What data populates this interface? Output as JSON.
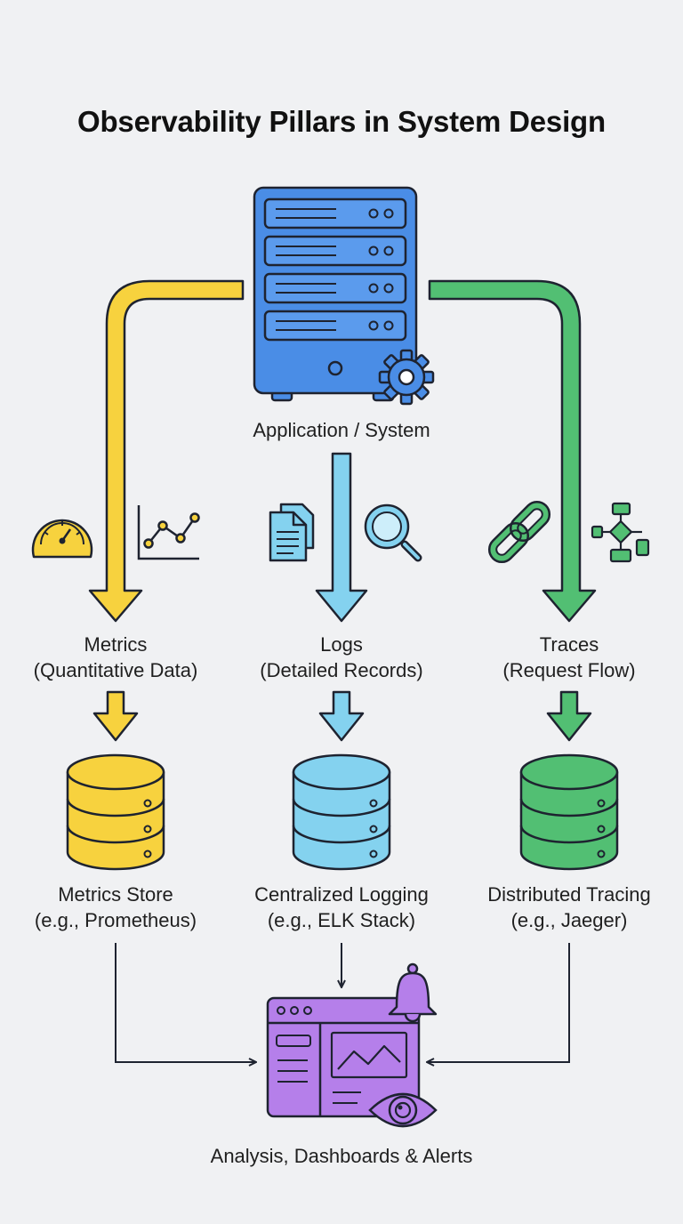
{
  "title": "Observability Pillars in System Design",
  "source": {
    "label": "Application / System",
    "icon": "server-icon"
  },
  "pillars": [
    {
      "id": "metrics",
      "name": "Metrics",
      "subtitle": "(Quantitative Data)",
      "store_name": "Metrics Store",
      "store_example": "(e.g., Prometheus)",
      "color": "#f7d23e",
      "icons": [
        "gauge-icon",
        "line-chart-icon"
      ]
    },
    {
      "id": "logs",
      "name": "Logs",
      "subtitle": "(Detailed Records)",
      "store_name": "Centralized Logging",
      "store_example": "(e.g., ELK Stack)",
      "color": "#84d2ef",
      "icons": [
        "documents-icon",
        "magnifier-icon"
      ]
    },
    {
      "id": "traces",
      "name": "Traces",
      "subtitle": "(Request Flow)",
      "store_name": "Distributed Tracing",
      "store_example": "(e.g., Jaeger)",
      "color": "#52bf73",
      "icons": [
        "chain-link-icon",
        "flow-diagram-icon"
      ]
    }
  ],
  "sink": {
    "label": "Analysis, Dashboards & Alerts",
    "color": "#b57fea",
    "icons": [
      "dashboard-window-icon",
      "bell-icon",
      "eye-icon"
    ]
  },
  "colors": {
    "server": "#4a8de6",
    "outline": "#1e2330",
    "background": "#f0f1f3"
  }
}
